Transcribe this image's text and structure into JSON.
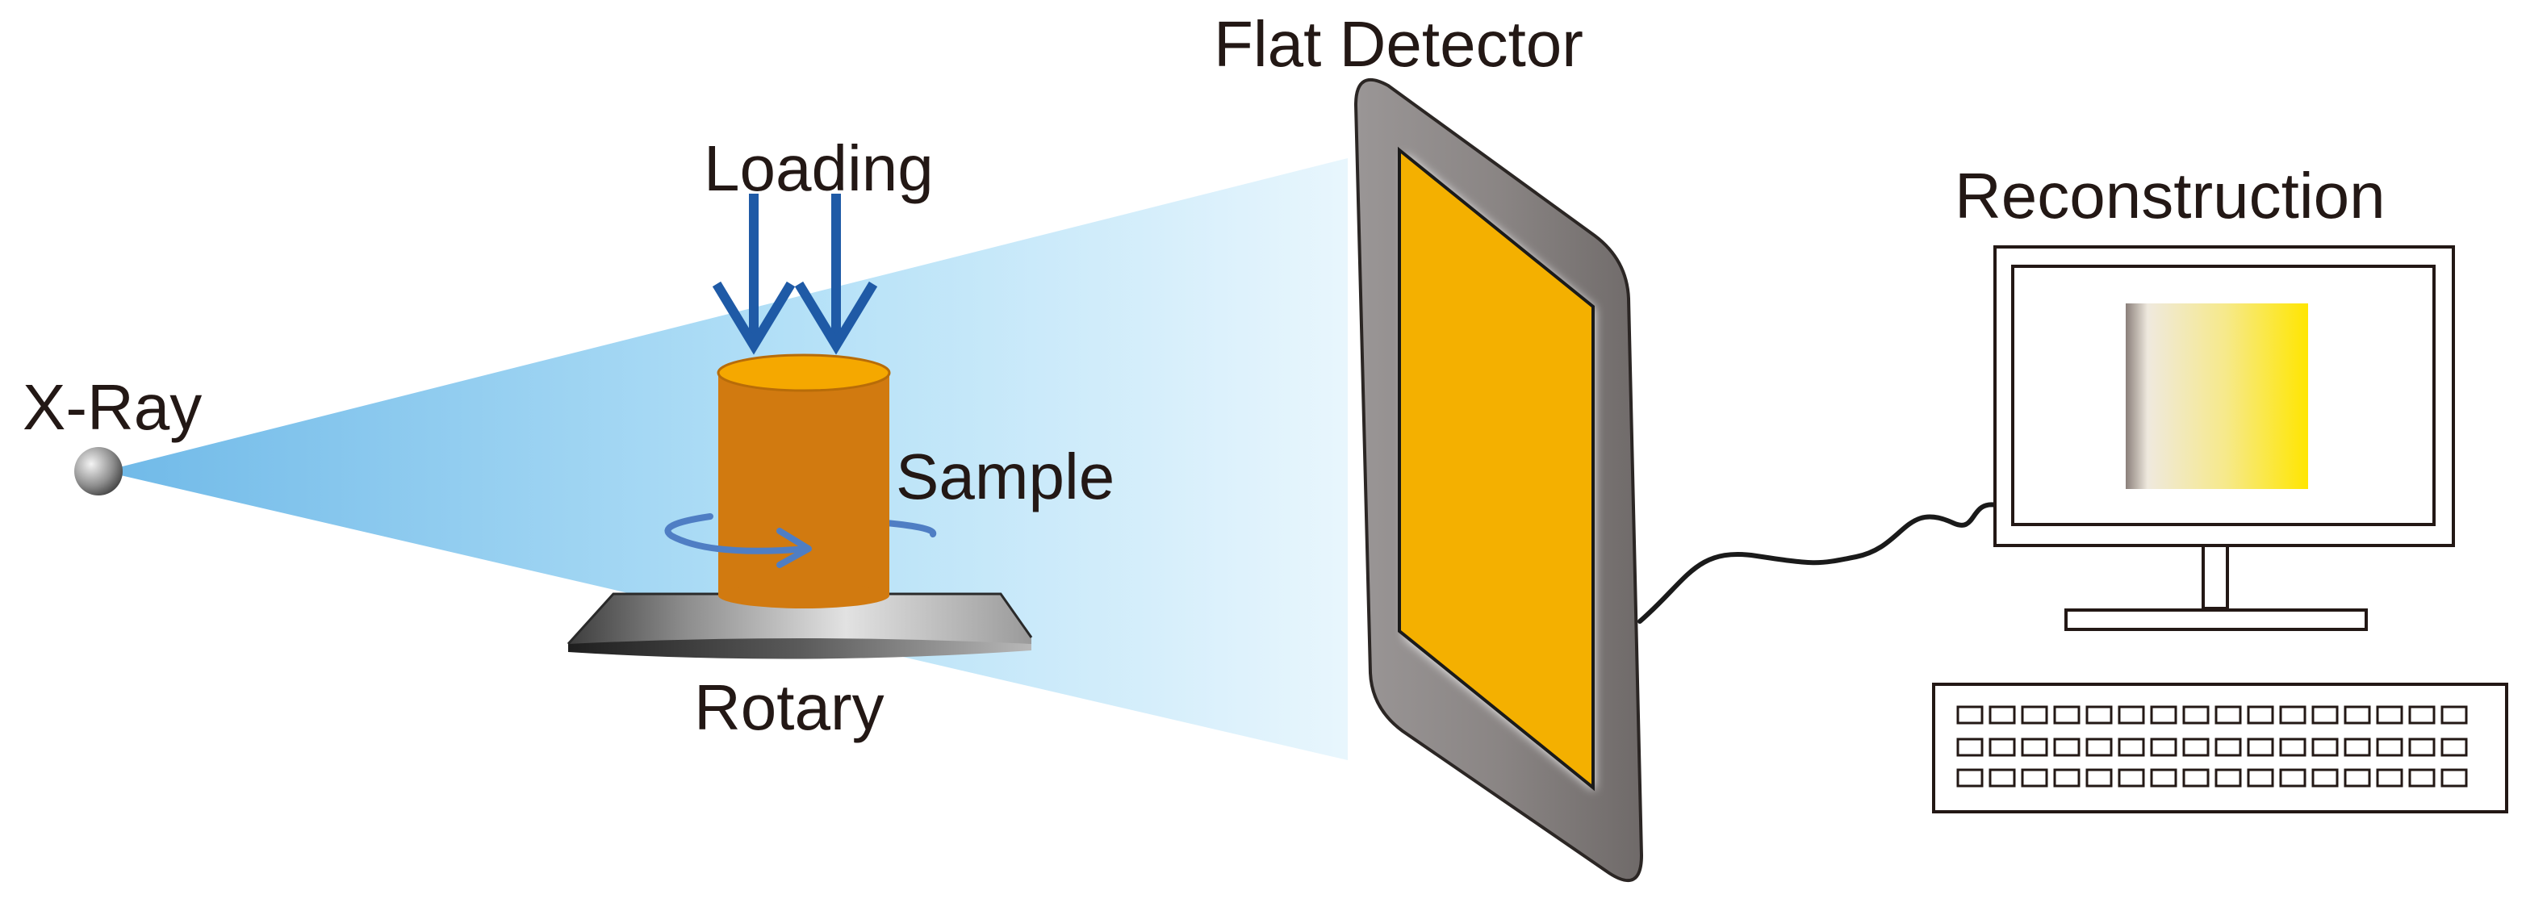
{
  "labels": {
    "xray": "X-Ray",
    "loading": "Loading",
    "sample": "Sample",
    "rotary": "Rotary",
    "detector": "Flat Detector",
    "reconstruction": "Reconstruction"
  },
  "colors": {
    "beam_start": "#7ec4ec",
    "beam_end": "#e4f5fd",
    "loading_arrows": "#1f5aa6",
    "sample_body": "#d17a10",
    "sample_top": "#f5a800",
    "detector_frame": "#8a8584",
    "detector_panel": "#f4b000",
    "rotation_arrow": "#4f7ec4",
    "text": "#231815"
  },
  "icons": {
    "source": "xray-source-sphere",
    "arrows": "loading-arrow-icon",
    "rotation": "rotation-arrow-icon",
    "computer": "computer-monitor",
    "keyboard": "keyboard"
  }
}
